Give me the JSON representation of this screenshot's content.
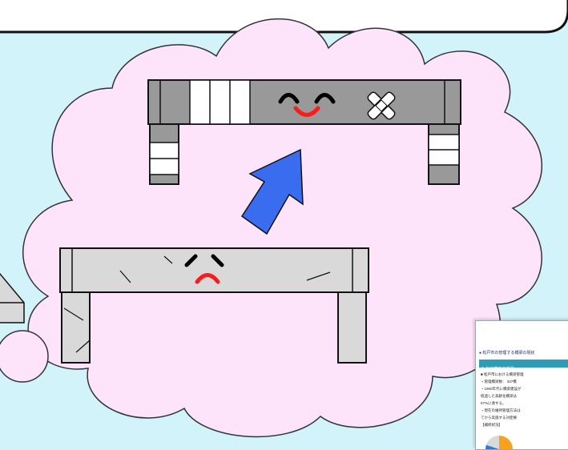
{
  "scene": {
    "colors": {
      "background": "#d3f3fb",
      "cloud_fill": "#fde4fa",
      "cloud_stroke": "#333333",
      "bridge_repaired": "#999999",
      "bridge_old": "#d9d9d9",
      "arrow": "#3a6cf0",
      "mouth": "#ff1a1a"
    },
    "arrow_meaning": "improvement"
  },
  "thumbnail": {
    "title": "● 松戸市の管理する橋梁の現状",
    "section": "1. 計画策定の背景",
    "lines": [
      "■ 松戸市における橋梁管理",
      "・管理橋梁数： 337橋",
      "・1960年代に橋梁建設が",
      "  経過した高齢化橋梁は",
      "  57%に達する。",
      "・現在の維持管理方法は",
      "  てから実施する対症療",
      "【補修状況】"
    ]
  }
}
